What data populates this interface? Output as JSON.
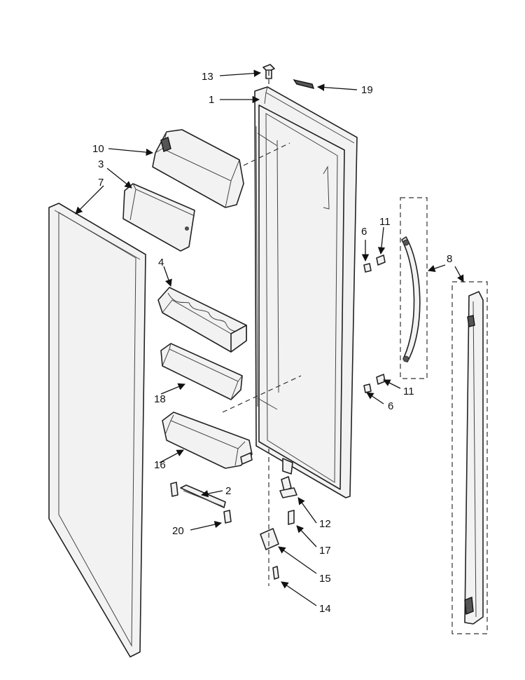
{
  "labels": {
    "p1": "1",
    "p2": "2",
    "p3": "3",
    "p4": "4",
    "p6a": "6",
    "p6b": "6",
    "p7": "7",
    "p8": "8",
    "p10": "10",
    "p11a": "11",
    "p11b": "11",
    "p12": "12",
    "p13": "13",
    "p14": "14",
    "p15": "15",
    "p16": "16",
    "p17": "17",
    "p18": "18",
    "p19": "19",
    "p20": "20"
  },
  "colors": {
    "line": "#222222",
    "fill": "#f2f2f2",
    "background": "#ffffff"
  }
}
